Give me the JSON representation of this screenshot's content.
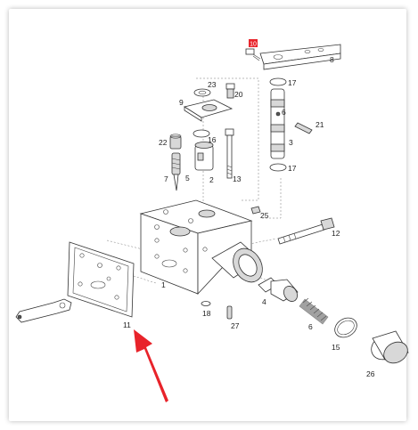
{
  "part_labels": {
    "p1": "1",
    "p2": "2",
    "p3": "3",
    "p4": "4",
    "p5": "5",
    "p6": "6",
    "p6b": "6",
    "p7": "7",
    "p8": "8",
    "p9": "9",
    "p11": "11",
    "p12": "12",
    "p13": "13",
    "p15": "15",
    "p16": "16",
    "p17a": "17",
    "p17b": "17",
    "p18": "18",
    "p20": "20",
    "p21": "21",
    "p22": "22",
    "p23": "23",
    "p25": "25",
    "p26": "26",
    "p27": "27"
  },
  "highlight_badge": {
    "label": "10",
    "color": "#e8232a"
  },
  "arrow": {
    "color": "#e8232a",
    "icon": "red-arrow-icon"
  }
}
